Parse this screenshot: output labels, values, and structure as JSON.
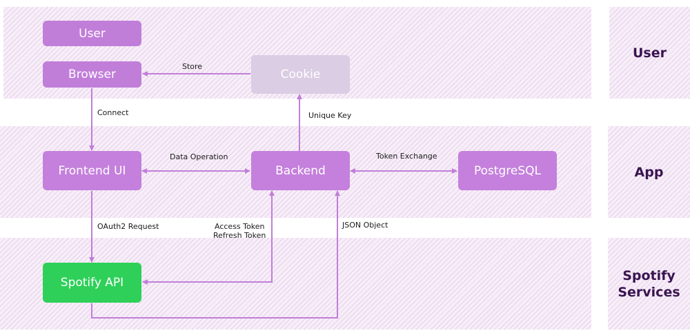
{
  "lanes": {
    "user": "User",
    "app": "App",
    "spotify_line1": "Spotify",
    "spotify_line2": "Services"
  },
  "nodes": {
    "user": "User",
    "browser": "Browser",
    "cookie": "Cookie",
    "frontend": "Frontend UI",
    "backend": "Backend",
    "postgres": "PostgreSQL",
    "spotify_api": "Spotify API"
  },
  "edges": {
    "store": "Store",
    "connect": "Connect",
    "unique_key": "Unique Key",
    "data_operation": "Data Operation",
    "token_exchange": "Token Exchange",
    "oauth2_request": "OAuth2 Request",
    "access_token": "Access Token",
    "refresh_token": "Refresh Token",
    "json_object": "JSON Object"
  },
  "colors": {
    "lane_fill": "#f7eef8",
    "node_purple": "#c480dc",
    "node_cookie": "#dacde4",
    "node_spotify": "#2ed059",
    "arrow": "#c17ed9",
    "lane_text": "#3a1450"
  }
}
